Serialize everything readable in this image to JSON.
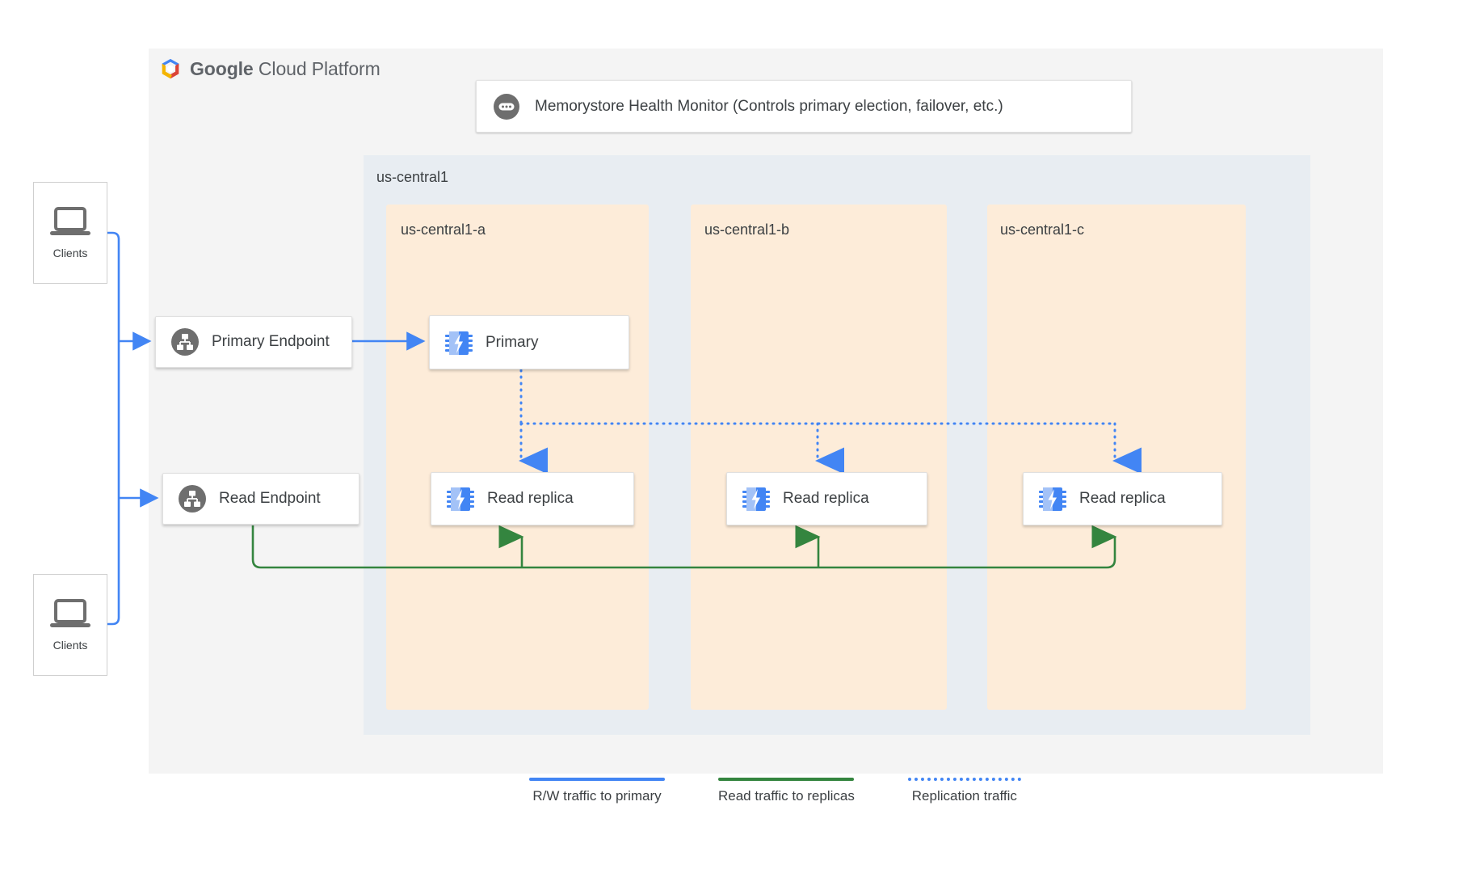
{
  "brand": {
    "logo_icon": "google-cloud-hexagon-icon",
    "word_bold": "Google ",
    "word_light": "Cloud Platform"
  },
  "health_monitor": {
    "icon": "health-monitor-icon",
    "label": "Memorystore Health Monitor (Controls primary election, failover, etc.)"
  },
  "region": {
    "label": "us-central1",
    "zones": [
      {
        "label": "us-central1-a"
      },
      {
        "label": "us-central1-b"
      },
      {
        "label": "us-central1-c"
      }
    ]
  },
  "endpoints": [
    {
      "icon": "endpoint-hierarchy-icon",
      "label": "Primary Endpoint"
    },
    {
      "icon": "endpoint-hierarchy-icon",
      "label": "Read Endpoint"
    }
  ],
  "instances": [
    {
      "icon": "memorystore-chip-icon",
      "label": "Primary",
      "zone": "us-central1-a"
    },
    {
      "icon": "memorystore-chip-icon",
      "label": "Read replica",
      "zone": "us-central1-a"
    },
    {
      "icon": "memorystore-chip-icon",
      "label": "Read replica",
      "zone": "us-central1-b"
    },
    {
      "icon": "memorystore-chip-icon",
      "label": "Read replica",
      "zone": "us-central1-c"
    }
  ],
  "clients": [
    {
      "icon": "laptop-icon",
      "label": "Clients"
    },
    {
      "icon": "laptop-icon",
      "label": "Clients"
    }
  ],
  "legend": [
    {
      "label": "R/W traffic to primary",
      "color": "#4285f4",
      "style": "solid"
    },
    {
      "label": "Read traffic to replicas",
      "color": "#34853f",
      "style": "solid"
    },
    {
      "label": "Replication traffic",
      "color": "#4285f4",
      "style": "dotted"
    }
  ],
  "colors": {
    "panel_bg": "#f4f4f4",
    "region_bg": "#e8edf2",
    "zone_bg": "#fdecd9",
    "blue": "#4285f4",
    "green": "#34853f",
    "gray_icon": "#6e6e6e"
  }
}
